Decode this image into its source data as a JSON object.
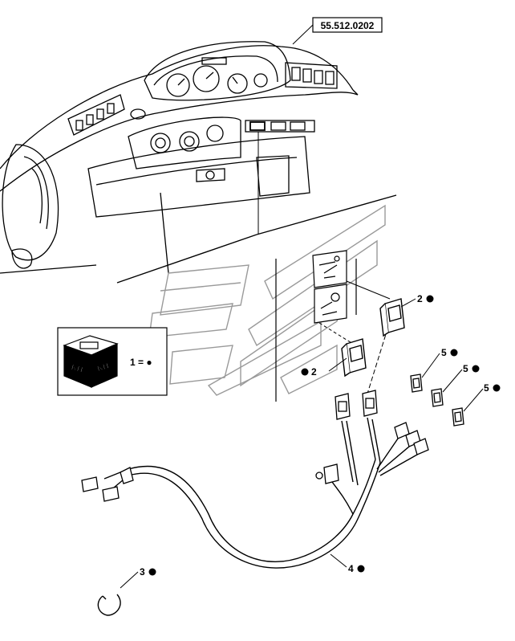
{
  "reference_code": "55.512.0202",
  "kit": {
    "box_label_left": "KIT",
    "box_label_right": "KIT",
    "callout": "1 = ●"
  },
  "callouts": [
    {
      "id": "c2a",
      "text": "2"
    },
    {
      "id": "c2b",
      "text": "2"
    },
    {
      "id": "c3",
      "text": "3"
    },
    {
      "id": "c4",
      "text": "4"
    },
    {
      "id": "c5a",
      "text": "5"
    },
    {
      "id": "c5b",
      "text": "5"
    },
    {
      "id": "c5c",
      "text": "5"
    }
  ],
  "colors": {
    "line": "#000000",
    "background": "#ffffff",
    "ghost": "#9a9a9a"
  }
}
